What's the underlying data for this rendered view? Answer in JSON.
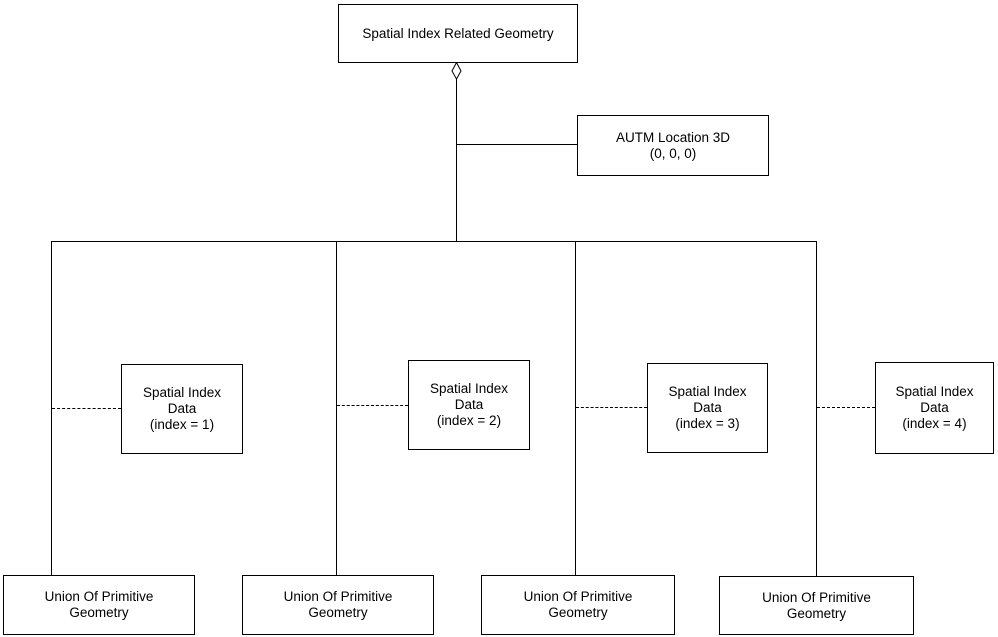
{
  "colors": {
    "background": "#ffffff",
    "line": "#000000",
    "box_border": "#000000",
    "box_fill": "#ffffff",
    "text": "#000000"
  },
  "root_box": {
    "label": "Spatial Index Related Geometry"
  },
  "aggregation_symbol": "open-diamond",
  "location_box": {
    "lines": [
      "AUTM Location 3D",
      "(0, 0, 0)"
    ]
  },
  "spatial_index_boxes": [
    {
      "lines": [
        "Spatial Index",
        "Data",
        "(index = 1)"
      ]
    },
    {
      "lines": [
        "Spatial Index",
        "Data",
        "(index = 2)"
      ]
    },
    {
      "lines": [
        "Spatial Index",
        "Data",
        "(index = 3)"
      ]
    },
    {
      "lines": [
        "Spatial Index",
        "Data",
        "(index = 4)"
      ]
    }
  ],
  "union_boxes": [
    {
      "lines": [
        "Union Of Primitive",
        "Geometry"
      ]
    },
    {
      "lines": [
        "Union Of Primitive",
        "Geometry"
      ]
    },
    {
      "lines": [
        "Union Of Primitive",
        "Geometry"
      ]
    },
    {
      "lines": [
        "Union Of Primitive",
        "Geometry"
      ]
    }
  ]
}
